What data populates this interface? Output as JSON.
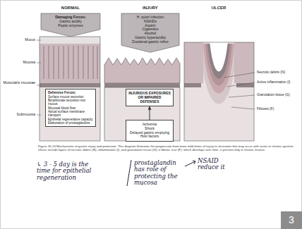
{
  "diagram": {
    "caption": "Figure 16-14 Mechanisms of gastric injury and protection. This diagram illustrates the progression from more mild forms of injury to ulceration that may occur with acute or chronic gastritis. Ulcers include layers of necrotic debris (N), inflammation (I), and granulation tissue (G); a fibrotic scar (F), which develops over time, is present only in chronic lesions.",
    "nodes": [
      {
        "text": [
          "Damaging Forces:",
          "Gastric acidity",
          "Peptic enzymes"
        ]
      },
      {
        "text": [
          "H. pylori infection",
          "NSAIDs",
          "Aspirin",
          "Cigarettes",
          "Alcohol",
          "Gastric hyperacidity",
          "Duodenal-gastric reflux"
        ]
      },
      {
        "text": [
          "Defensive Forces:",
          "Surface mucus secretion",
          "Bicarbonate secretion into mucus",
          "Mucosal blood flow",
          "Apical surface membrane transport",
          "Epithelial regenerative capacity",
          "Elaboration of prostaglandins"
        ]
      },
      {
        "text": [
          "INJURIOUS EXPOSURES OR IMPAIRED DEFENSES"
        ]
      },
      {
        "text": [
          "Ischemia",
          "Shock",
          "Delayed gastric emptying",
          "Host factors"
        ]
      },
      {
        "text": [
          "3"
        ]
      }
    ],
    "edges": [
      {
        "from": 4,
        "to": 3,
        "arrow": "to"
      }
    ],
    "labels": [
      "NORMAL",
      "INJURY",
      "ULCER",
      "Mucus",
      "Mucosa",
      "Muscularis mucosae",
      "Submucosa",
      "Necrotic debris (N)",
      "Active inflammation (I)",
      "Granulation tissue (G)",
      "Fibrosis (F)",
      "↳ 3 - 5 day is the time for epithelial regeneration",
      "prostaglandin has role of protecting the mucosa",
      "NSAID reduce it"
    ]
  }
}
